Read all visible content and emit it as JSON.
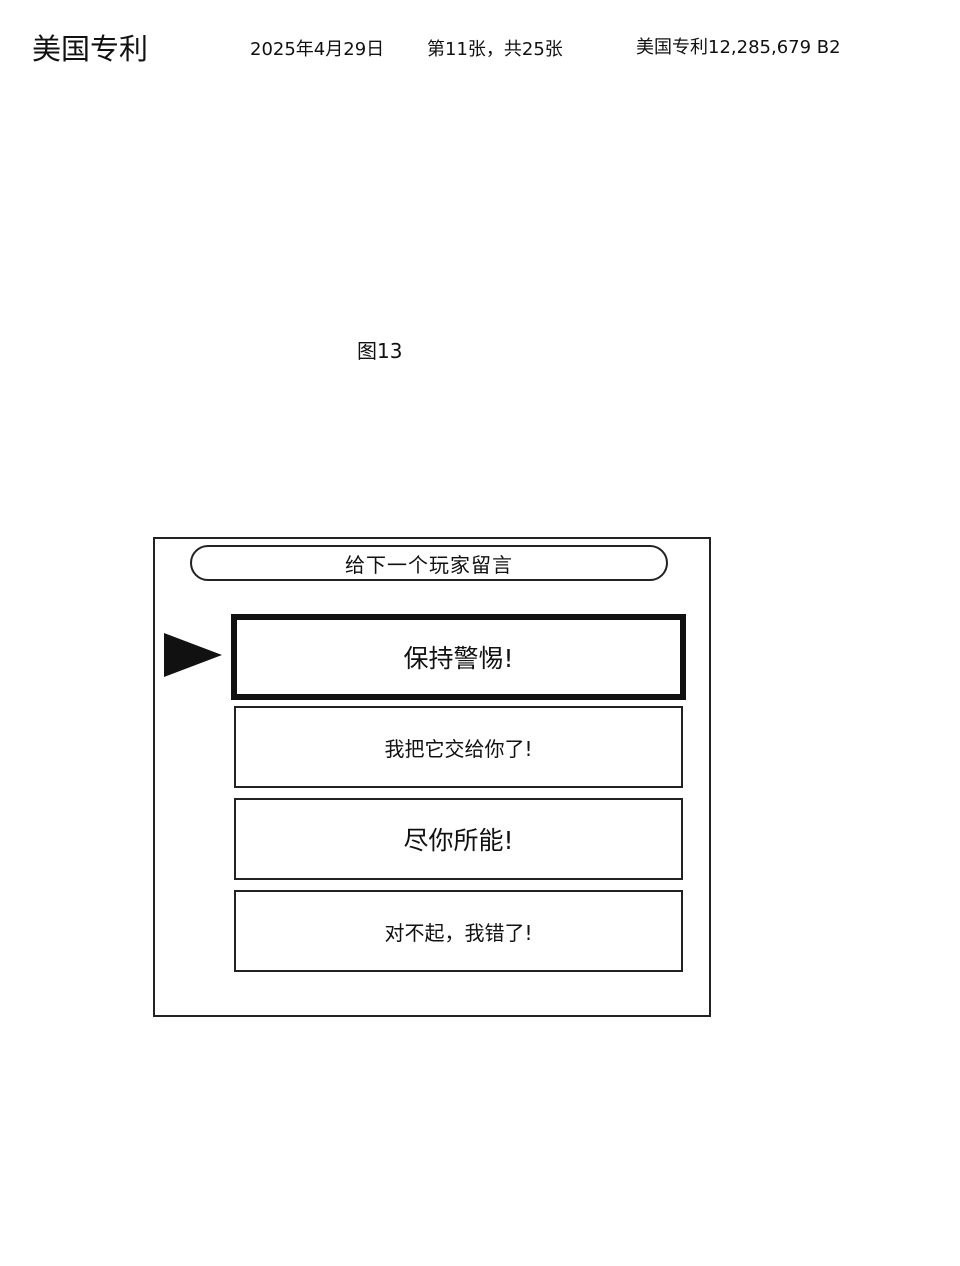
{
  "header": {
    "office": "美国专利",
    "date": "2025年4月29日",
    "sheet": "第11张，共25张",
    "patent_number": "美国专利12,285,679 B2"
  },
  "figure": {
    "label": "图13"
  },
  "screen": {
    "title": "给下一个玩家留言",
    "options": [
      {
        "label": "保持警惕!",
        "selected": true
      },
      {
        "label": "我把它交给你了!",
        "selected": false
      },
      {
        "label": "尽你所能!",
        "selected": false
      },
      {
        "label": "对不起，我错了!",
        "selected": false
      }
    ],
    "cursor_icon": "triangle-pointer-right-icon"
  }
}
